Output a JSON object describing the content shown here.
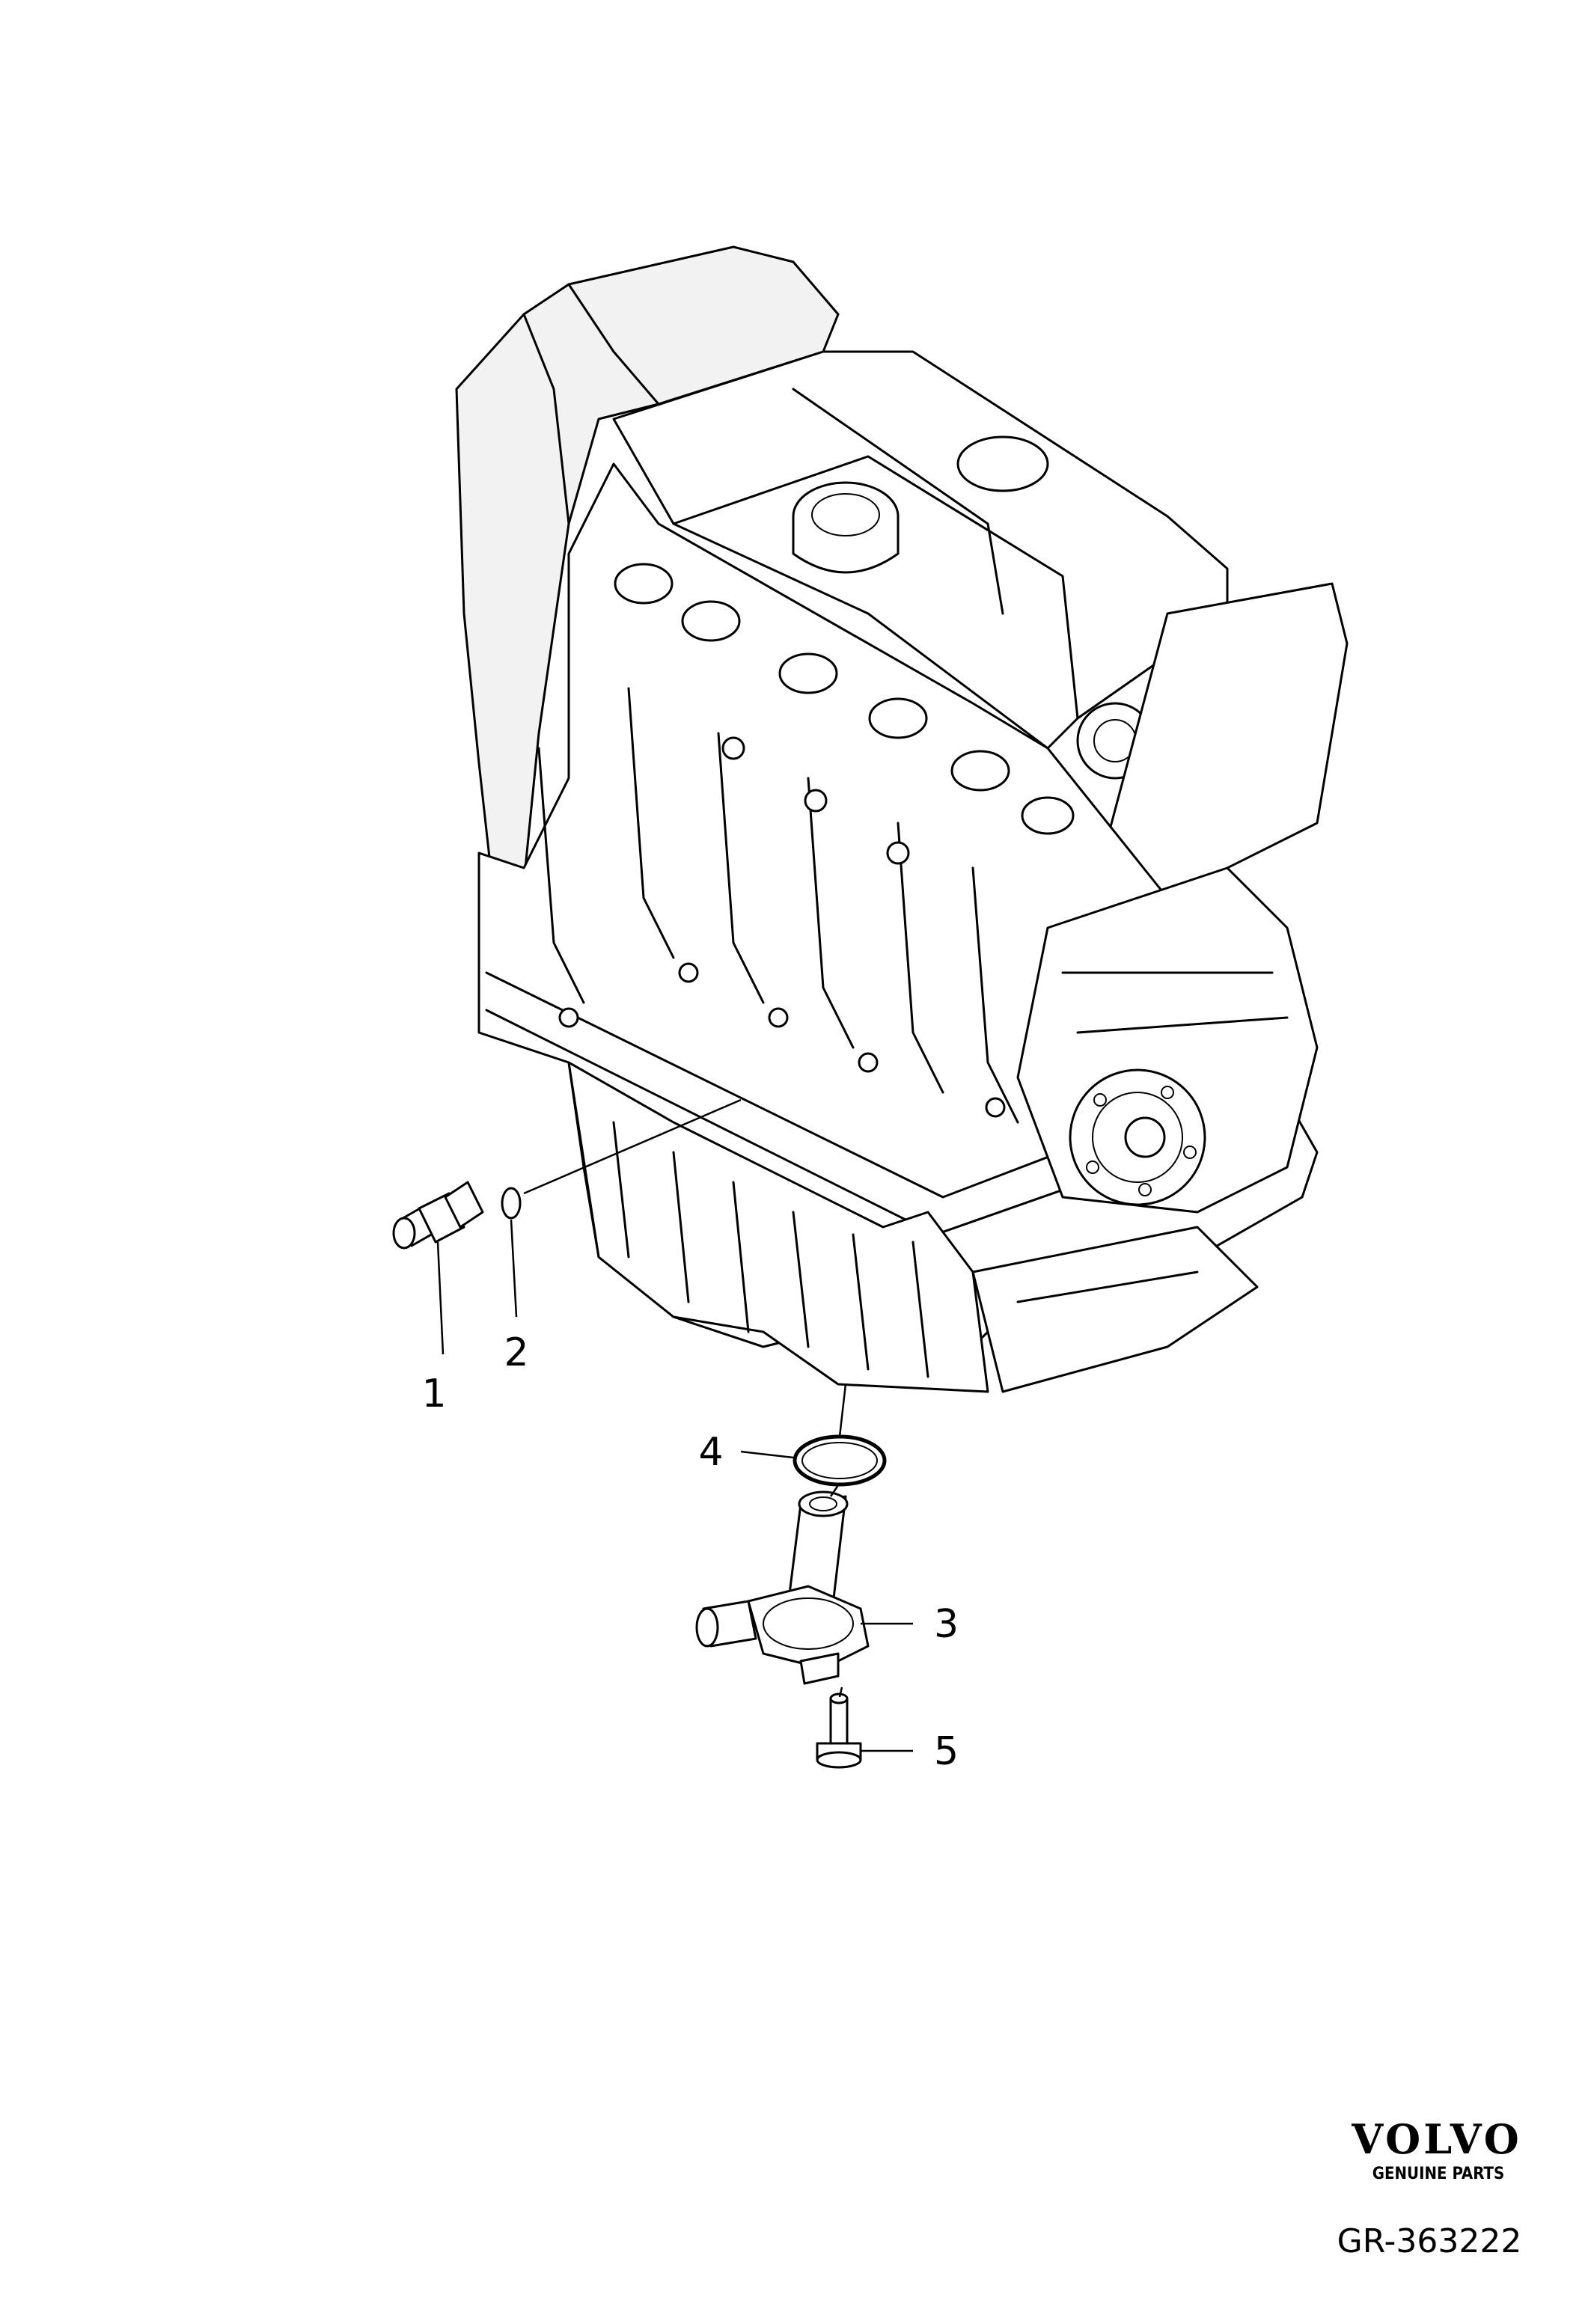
{
  "callouts": [
    {
      "id": "1",
      "label": "1"
    },
    {
      "id": "2",
      "label": "2"
    },
    {
      "id": "3",
      "label": "3"
    },
    {
      "id": "4",
      "label": "4"
    },
    {
      "id": "5",
      "label": "5"
    }
  ],
  "branding": {
    "logo": "VOLVO",
    "tagline": "GENUINE PARTS",
    "reference": "GR-363222"
  }
}
